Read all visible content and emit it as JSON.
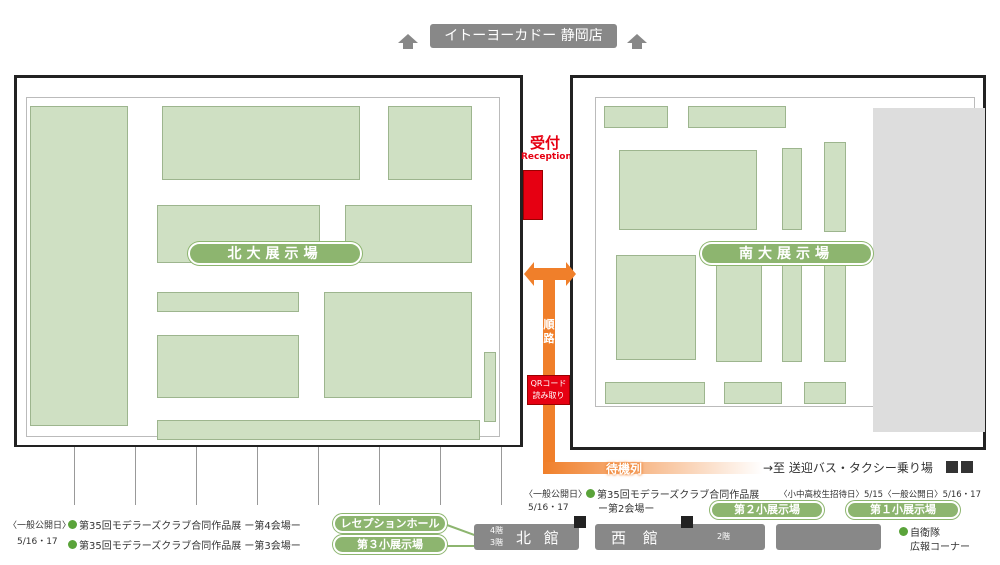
{
  "top_store": {
    "label": "イトーヨーカドー 静岡店"
  },
  "halls": {
    "north_main": "北大展示場",
    "south_main": "南大展示場"
  },
  "reception": {
    "label_ja": "受付",
    "label_en": "Reception"
  },
  "route": {
    "label": "順路",
    "qr_label": "QRコード読み取り",
    "queue_label": "待機列"
  },
  "bus_taxi": {
    "label": "→至 送迎バス・タクシー乗り場"
  },
  "buildings": {
    "north": "北 館",
    "west": "西 館",
    "north_floor4": "4階",
    "north_floor3": "3階",
    "west_floor": "2階"
  },
  "venues": {
    "reception_hall": "レセプションホール",
    "small3": "第３小展示場",
    "small2": "第２小展示場",
    "small1": "第１小展示場"
  },
  "events": [
    {
      "date_label": "〈一般公開日〉",
      "date": "5/16・17",
      "title": "第35回モデラーズクラブ合同作品展",
      "venue": "ー第4会場ー"
    },
    {
      "title": "第35回モデラーズクラブ合同作品展",
      "venue": "ー第3会場ー"
    },
    {
      "date_label": "〈一般公開日〉",
      "date": "5/16・17",
      "title": "第35回モデラーズクラブ合同作品展",
      "venue": "ー第2会場ー",
      "extra": "〈小中高校生招待日〉5/15〈一般公開日〉5/16・17"
    },
    {
      "title": "自衛隊",
      "venue": "広報コーナー"
    }
  ],
  "colors": {
    "booth": "#cfe0c3",
    "pill": "#8db56f",
    "route": "#f07f2a",
    "reception": "#e60012",
    "building": "#888888"
  }
}
